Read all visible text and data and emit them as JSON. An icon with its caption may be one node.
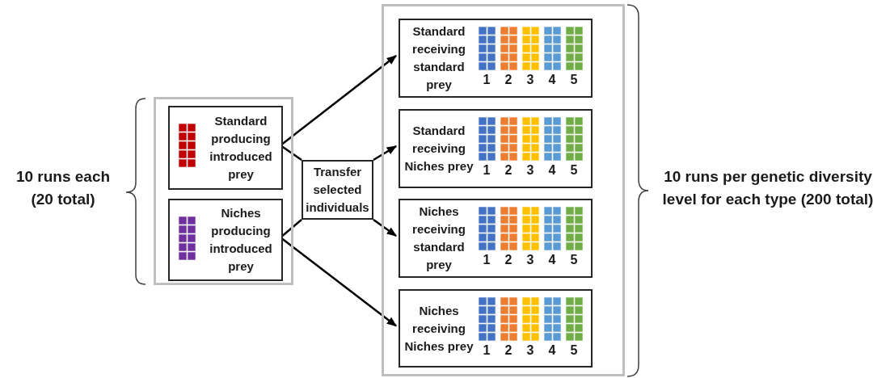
{
  "diagram": {
    "nodes": [
      {
        "text": [],
        "shape": "box"
      },
      {
        "text": [
          "Standard producing introduced prey"
        ],
        "in": 0
      },
      {
        "text": [
          "Niches producing introduced prey"
        ],
        "in": 0
      },
      {
        "text": [
          "Transfer selected individuals"
        ]
      },
      {
        "text": [],
        "shape": "box"
      },
      {
        "text": [
          "Standard receiving standard prey",
          "1",
          "2",
          "3",
          "4",
          "5"
        ],
        "in": 4
      },
      {
        "text": [
          "Standard receiving Niches prey",
          "1",
          "2",
          "3",
          "4",
          "5"
        ],
        "in": 4
      },
      {
        "text": [
          "Niches receiving standard prey",
          "1",
          "2",
          "3",
          "4",
          "5"
        ],
        "in": 4
      },
      {
        "text": [
          "Niches receiving Niches prey",
          "1",
          "2",
          "3",
          "4",
          "5"
        ],
        "in": 4
      }
    ],
    "edges": [
      {
        "from": 1,
        "to": 5,
        "arrow": "to"
      },
      {
        "from": 1,
        "to": 3,
        "arrow": "none"
      },
      {
        "from": 3,
        "to": 6,
        "arrow": "to"
      },
      {
        "from": 3,
        "to": 7,
        "arrow": "to"
      },
      {
        "from": 2,
        "to": 3,
        "arrow": "none"
      },
      {
        "from": 2,
        "to": 8,
        "arrow": "to"
      }
    ],
    "labels": [
      "10 runs each (20 total)",
      "10 runs per genetic diversity level for each type (200 total)"
    ]
  }
}
